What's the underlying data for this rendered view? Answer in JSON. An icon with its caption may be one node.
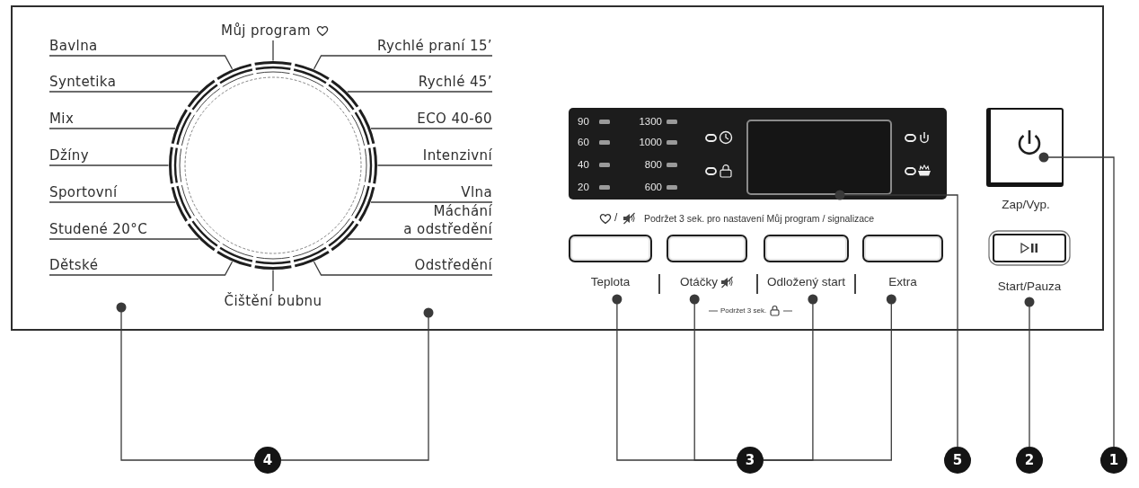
{
  "diagram": {
    "nodes": [
      {
        "text": [],
        "shape": "circle"
      },
      {
        "text": [
          "Bavlna"
        ]
      },
      {
        "text": [
          "Syntetika"
        ]
      },
      {
        "text": [
          "Mix"
        ]
      },
      {
        "text": [
          "Džíny"
        ]
      },
      {
        "text": [
          "Sportovní"
        ]
      },
      {
        "text": [
          "Studené 20°C"
        ]
      },
      {
        "text": [
          "Dětské"
        ]
      },
      {
        "text": [
          "Můj program"
        ]
      },
      {
        "text": [
          "Čištění bubnu"
        ]
      },
      {
        "text": [
          "Rychlé praní 15’"
        ]
      },
      {
        "text": [
          "Rychlé 45’"
        ]
      },
      {
        "text": [
          "ECO 40-60"
        ]
      },
      {
        "text": [
          "Intenzivní"
        ]
      },
      {
        "text": [
          "Vlna"
        ]
      },
      {
        "text": [
          "Máchání a odstředění"
        ]
      },
      {
        "text": [
          "Odstředění"
        ]
      },
      {
        "text": [
          "90",
          "60",
          "40",
          "20",
          "1300",
          "1000",
          "800",
          "600"
        ]
      },
      {
        "text": [],
        "shape": "box",
        "in": 17
      },
      {
        "text": [
          "Teplota"
        ]
      },
      {
        "text": [
          "Otáčky"
        ]
      },
      {
        "text": [
          "Odložený start"
        ]
      },
      {
        "text": [
          "Extra"
        ]
      },
      {
        "text": [
          "Zap/Vyp."
        ]
      },
      {
        "text": [],
        "shape": "picture",
        "in": 23
      },
      {
        "text": [
          "Start/Pauza"
        ]
      },
      {
        "text": [
          "4"
        ]
      },
      {
        "text": [
          "3"
        ]
      },
      {
        "text": [
          "5"
        ]
      },
      {
        "text": [
          "2"
        ]
      },
      {
        "text": [
          "1"
        ]
      }
    ],
    "edges": [
      {
        "from": 1,
        "to": 0,
        "arrow": "none"
      },
      {
        "from": 2,
        "to": 0,
        "arrow": "none"
      },
      {
        "from": 3,
        "to": 0,
        "arrow": "none"
      },
      {
        "from": 4,
        "to": 0,
        "arrow": "none"
      },
      {
        "from": 5,
        "to": 0,
        "arrow": "none"
      },
      {
        "from": 6,
        "to": 0,
        "arrow": "none"
      },
      {
        "from": 7,
        "to": 0,
        "arrow": "none"
      },
      {
        "from": 8,
        "to": 0,
        "arrow": "none"
      },
      {
        "from": 9,
        "to": 0,
        "arrow": "none"
      },
      {
        "from": 10,
        "to": 0,
        "arrow": "none"
      },
      {
        "from": 11,
        "to": 0,
        "arrow": "none"
      },
      {
        "from": 12,
        "to": 0,
        "arrow": "none"
      },
      {
        "from": 13,
        "to": 0,
        "arrow": "none"
      },
      {
        "from": 14,
        "to": 0,
        "arrow": "none"
      },
      {
        "from": 15,
        "to": 0,
        "arrow": "none"
      },
      {
        "from": 16,
        "to": 0,
        "arrow": "none"
      },
      {
        "from": 26,
        "to": null,
        "arrow": "other"
      },
      {
        "from": 26,
        "to": null,
        "arrow": "other"
      },
      {
        "from": 27,
        "to": 19,
        "arrow": "other"
      },
      {
        "from": 27,
        "to": 20,
        "arrow": "other"
      },
      {
        "from": 27,
        "to": 21,
        "arrow": "other"
      },
      {
        "from": 27,
        "to": 22,
        "arrow": "other"
      },
      {
        "from": 28,
        "to": 18,
        "arrow": "other"
      },
      {
        "from": 29,
        "to": 25,
        "arrow": "other"
      },
      {
        "from": 30,
        "to": 24,
        "arrow": "other"
      }
    ],
    "labels": [
      "/",
      "Podržet 3 sek. pro nastavení Můj program / signalizace",
      "Podržet 3 sek."
    ]
  }
}
